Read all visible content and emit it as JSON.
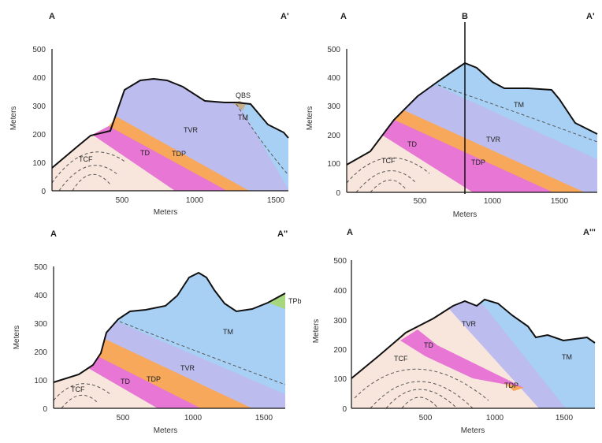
{
  "colors": {
    "TM": "#a8d0f4",
    "TVR": "#bdbcee",
    "TDP": "#f7a85a",
    "TD": "#e776d4",
    "TCF": "#f8e6dc",
    "TPb": "#a6d67d",
    "QBS": "#c7ad89",
    "outline": "#111111",
    "fault": "#555555"
  },
  "panels": [
    {
      "left_label": "A",
      "right_label": "A'",
      "y_axis_title": "Meters",
      "x_axis_title": "Meters",
      "y_ticks": [
        "500",
        "400",
        "300",
        "200",
        "100",
        "0"
      ],
      "x_ticks": [
        "500",
        "1000",
        "1500"
      ],
      "units": [
        "TCF",
        "TD",
        "TDP",
        "TVR",
        "TM",
        "QBS"
      ]
    },
    {
      "left_label": "A",
      "mid_label": "B",
      "right_label": "A'",
      "y_axis_title": "Meters",
      "x_axis_title": "Meters",
      "y_ticks": [
        "500",
        "400",
        "300",
        "200",
        "100",
        "0"
      ],
      "x_ticks": [
        "500",
        "1000",
        "1500"
      ],
      "units": [
        "TCF",
        "TD",
        "TDP",
        "TVR",
        "TM"
      ]
    },
    {
      "left_label": "A",
      "right_label": "A''",
      "y_axis_title": "Meters",
      "x_axis_title": "Meters",
      "y_ticks": [
        "500",
        "400",
        "300",
        "200",
        "100",
        "0"
      ],
      "x_ticks": [
        "500",
        "1000",
        "1500"
      ],
      "units": [
        "TCF",
        "TD",
        "TDP",
        "TVR",
        "TM",
        "TPb"
      ]
    },
    {
      "left_label": "A",
      "right_label": "A'''",
      "y_axis_title": "Meters",
      "x_axis_title": "Meters",
      "y_ticks": [
        "500",
        "400",
        "300",
        "200",
        "100",
        "0"
      ],
      "x_ticks": [
        "500",
        "1000",
        "1500"
      ],
      "units": [
        "TCF",
        "TD",
        "TDP",
        "TVR",
        "TM"
      ]
    }
  ]
}
